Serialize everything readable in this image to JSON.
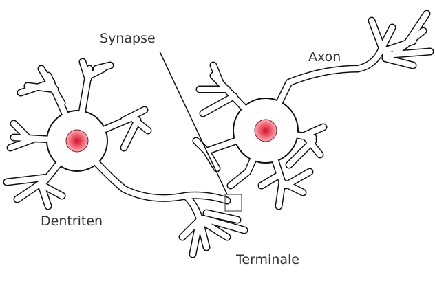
{
  "labels": {
    "synapse": "Synapse",
    "axon": "Axon",
    "dendrites": "Dentriten",
    "terminals": "Terminale"
  },
  "colors": {
    "nucleus": "#e0404a",
    "outline": "#111111",
    "label": "#333333"
  }
}
